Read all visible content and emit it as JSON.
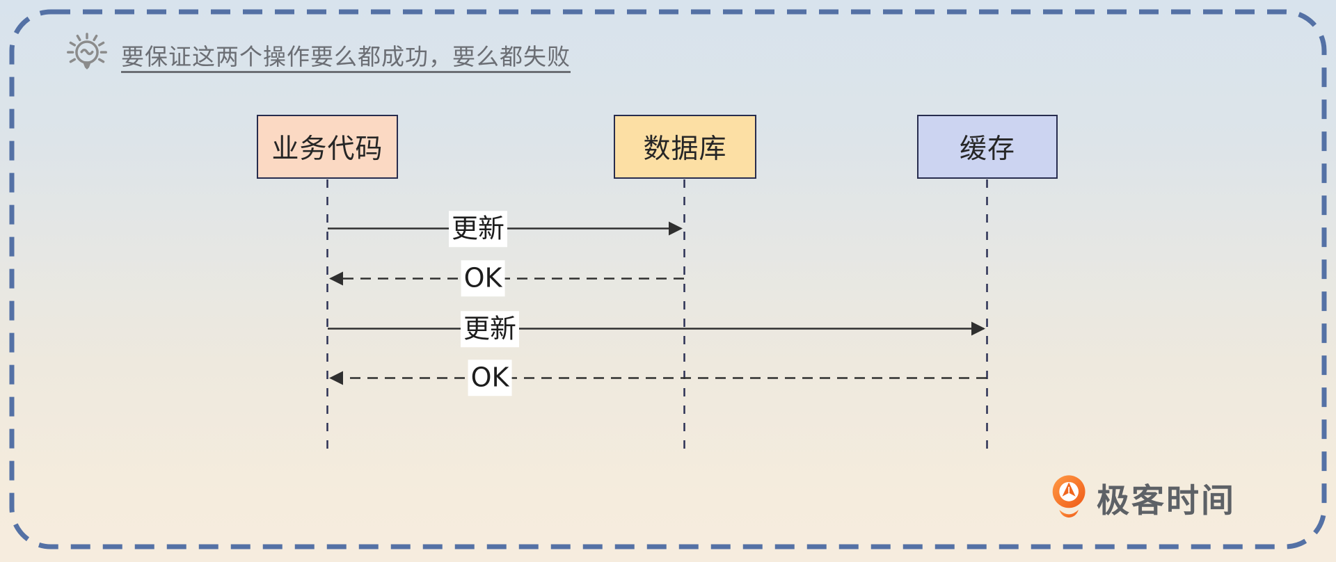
{
  "note": {
    "icon": "lightbulb-icon",
    "text": "要保证这两个操作要么都成功，要么都失败"
  },
  "actors": [
    {
      "name": "业务代码",
      "fill": "#fbd9c3"
    },
    {
      "name": "数据库",
      "fill": "#fcdfa4"
    },
    {
      "name": "缓存",
      "fill": "#ccd4f1"
    }
  ],
  "messages": [
    {
      "label": "更新",
      "from": "业务代码",
      "to": "数据库",
      "line": "solid"
    },
    {
      "label": "OK",
      "from": "数据库",
      "to": "业务代码",
      "line": "dashed"
    },
    {
      "label": "更新",
      "from": "业务代码",
      "to": "缓存",
      "line": "solid"
    },
    {
      "label": "OK",
      "from": "缓存",
      "to": "业务代码",
      "line": "dashed"
    }
  ],
  "footer": {
    "logo_icon": "geektime-logo-icon",
    "logo_text": "极客时间"
  },
  "colors": {
    "border": "#5471a5",
    "lifeline": "#2b3054",
    "arrow": "#2f2f2f",
    "note_text": "#6b6e74",
    "logo_orange": "#f0661f",
    "logo_text": "#5d6166",
    "background_top": "#d8e3ed",
    "background_bottom": "#f6ecde"
  }
}
